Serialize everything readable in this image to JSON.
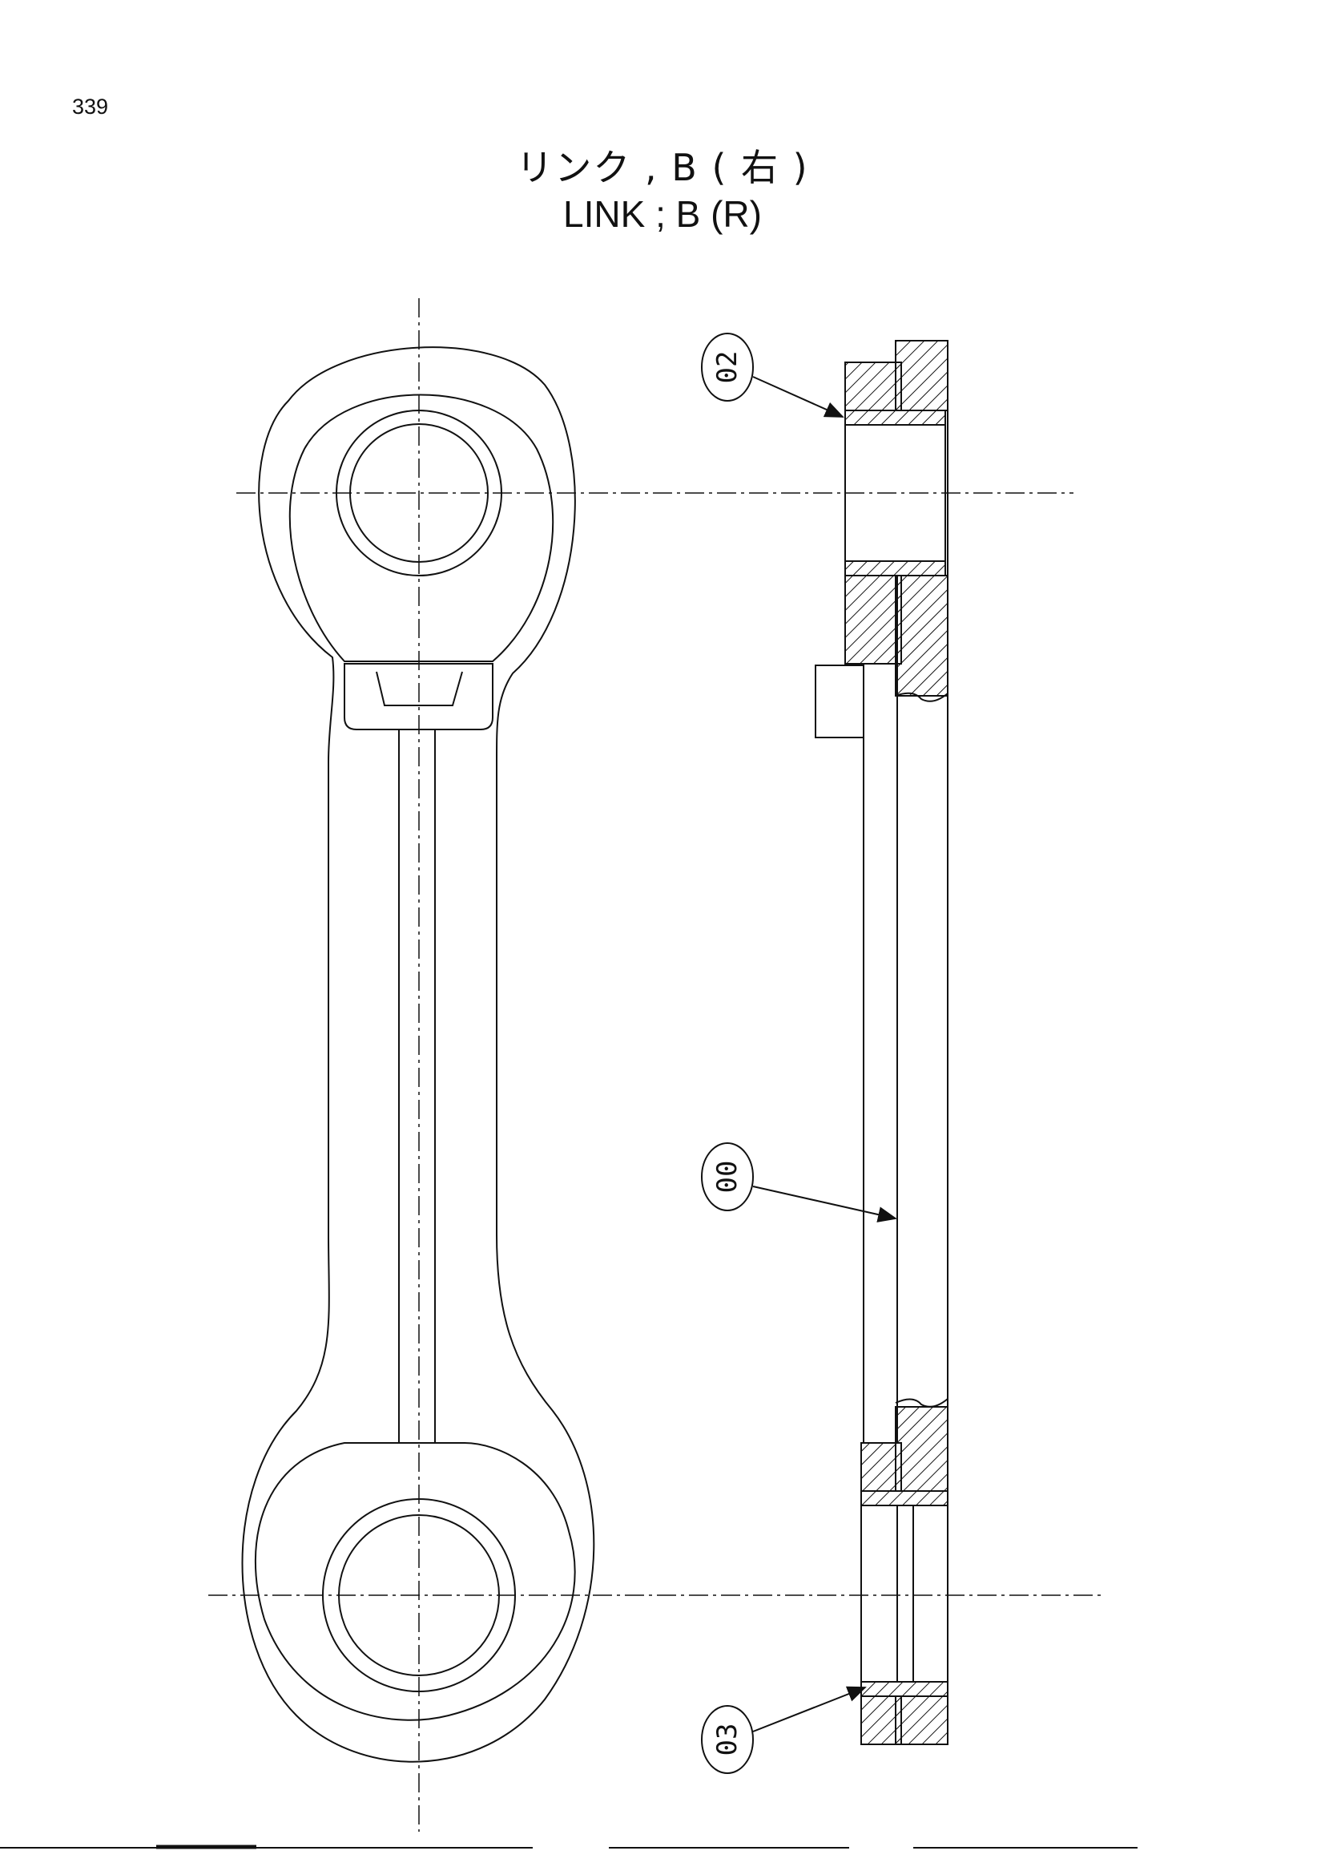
{
  "page": {
    "number": "339"
  },
  "title": {
    "japanese": "リンク , B ( 右 )",
    "english": "LINK ; B (R)"
  },
  "callouts": [
    {
      "label": "02"
    },
    {
      "label": "00"
    },
    {
      "label": "03"
    }
  ],
  "colors": {
    "line": "#111111",
    "background": "#ffffff"
  }
}
